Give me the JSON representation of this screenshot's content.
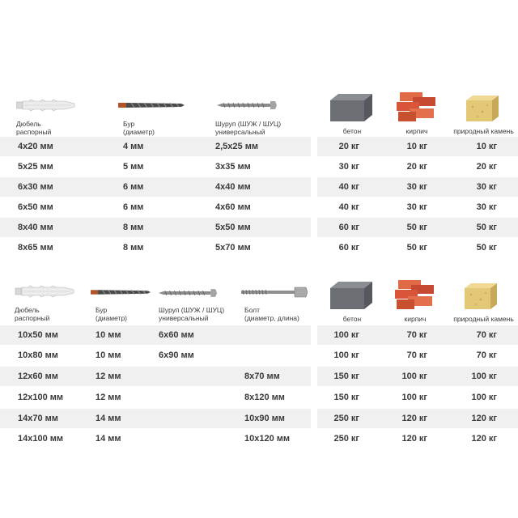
{
  "table1": {
    "headers": {
      "dowel": "Дюбель\nраспорный",
      "drill": "Бур\n(диаметр)",
      "screw": "Шуруп (ШУЖ / ШУЦ)\nуниверсальный",
      "concrete": "бетон",
      "brick": "кирпич",
      "stone": "природный камень"
    },
    "rows": [
      {
        "dowel": "4x20 мм",
        "drill": "4 мм",
        "screw": "2,5x25 мм",
        "concrete": "20 кг",
        "brick": "10 кг",
        "stone": "10 кг"
      },
      {
        "dowel": "5x25 мм",
        "drill": "5 мм",
        "screw": "3x35 мм",
        "concrete": "30 кг",
        "brick": "20 кг",
        "stone": "20 кг"
      },
      {
        "dowel": "6x30 мм",
        "drill": "6 мм",
        "screw": "4x40 мм",
        "concrete": "40 кг",
        "brick": "30 кг",
        "stone": "30 кг"
      },
      {
        "dowel": "6x50 мм",
        "drill": "6 мм",
        "screw": "4x60 мм",
        "concrete": "40 кг",
        "brick": "30 кг",
        "stone": "30 кг"
      },
      {
        "dowel": "8x40 мм",
        "drill": "8 мм",
        "screw": "5x50 мм",
        "concrete": "60 кг",
        "brick": "50 кг",
        "stone": "50 кг"
      },
      {
        "dowel": "8x65 мм",
        "drill": "8 мм",
        "screw": "5x70 мм",
        "concrete": "60 кг",
        "brick": "50 кг",
        "stone": "50 кг"
      }
    ]
  },
  "table2": {
    "headers": {
      "dowel": "Дюбель\nраспорный",
      "drill": "Бур\n(диаметр)",
      "screw": "Шуруп (ШУЖ / ШУЦ)\nуниверсальный",
      "bolt": "Болт\n(диаметр, длина)",
      "concrete": "бетон",
      "brick": "кирпич",
      "stone": "природный камень"
    },
    "rows": [
      {
        "dowel": "10x50 мм",
        "drill": "10 мм",
        "screw": "6x60 мм",
        "bolt": "",
        "concrete": "100 кг",
        "brick": "70 кг",
        "stone": "70 кг"
      },
      {
        "dowel": "10x80 мм",
        "drill": "10 мм",
        "screw": "6x90 мм",
        "bolt": "",
        "concrete": "100 кг",
        "brick": "70 кг",
        "stone": "70 кг"
      },
      {
        "dowel": "12x60 мм",
        "drill": "12 мм",
        "screw": "",
        "bolt": "8x70 мм",
        "concrete": "150 кг",
        "brick": "100 кг",
        "stone": "100 кг"
      },
      {
        "dowel": "12x100 мм",
        "drill": "12 мм",
        "screw": "",
        "bolt": "8x120 мм",
        "concrete": "150 кг",
        "brick": "100 кг",
        "stone": "100 кг"
      },
      {
        "dowel": "14x70 мм",
        "drill": "14 мм",
        "screw": "",
        "bolt": "10x90 мм",
        "concrete": "250 кг",
        "brick": "120 кг",
        "stone": "120 кг"
      },
      {
        "dowel": "14x100 мм",
        "drill": "14 мм",
        "screw": "",
        "bolt": "10x120 мм",
        "concrete": "250 кг",
        "brick": "120 кг",
        "stone": "120 кг"
      }
    ]
  },
  "colors": {
    "row_shade": "#f0f0f0",
    "concrete": "#6b6e73",
    "brick": "#d9553a",
    "stone": "#e3c878"
  },
  "icons": [
    "dowel-icon",
    "drill-bit-icon",
    "screw-icon",
    "bolt-icon",
    "concrete-block-icon",
    "brick-icon",
    "stone-icon"
  ]
}
